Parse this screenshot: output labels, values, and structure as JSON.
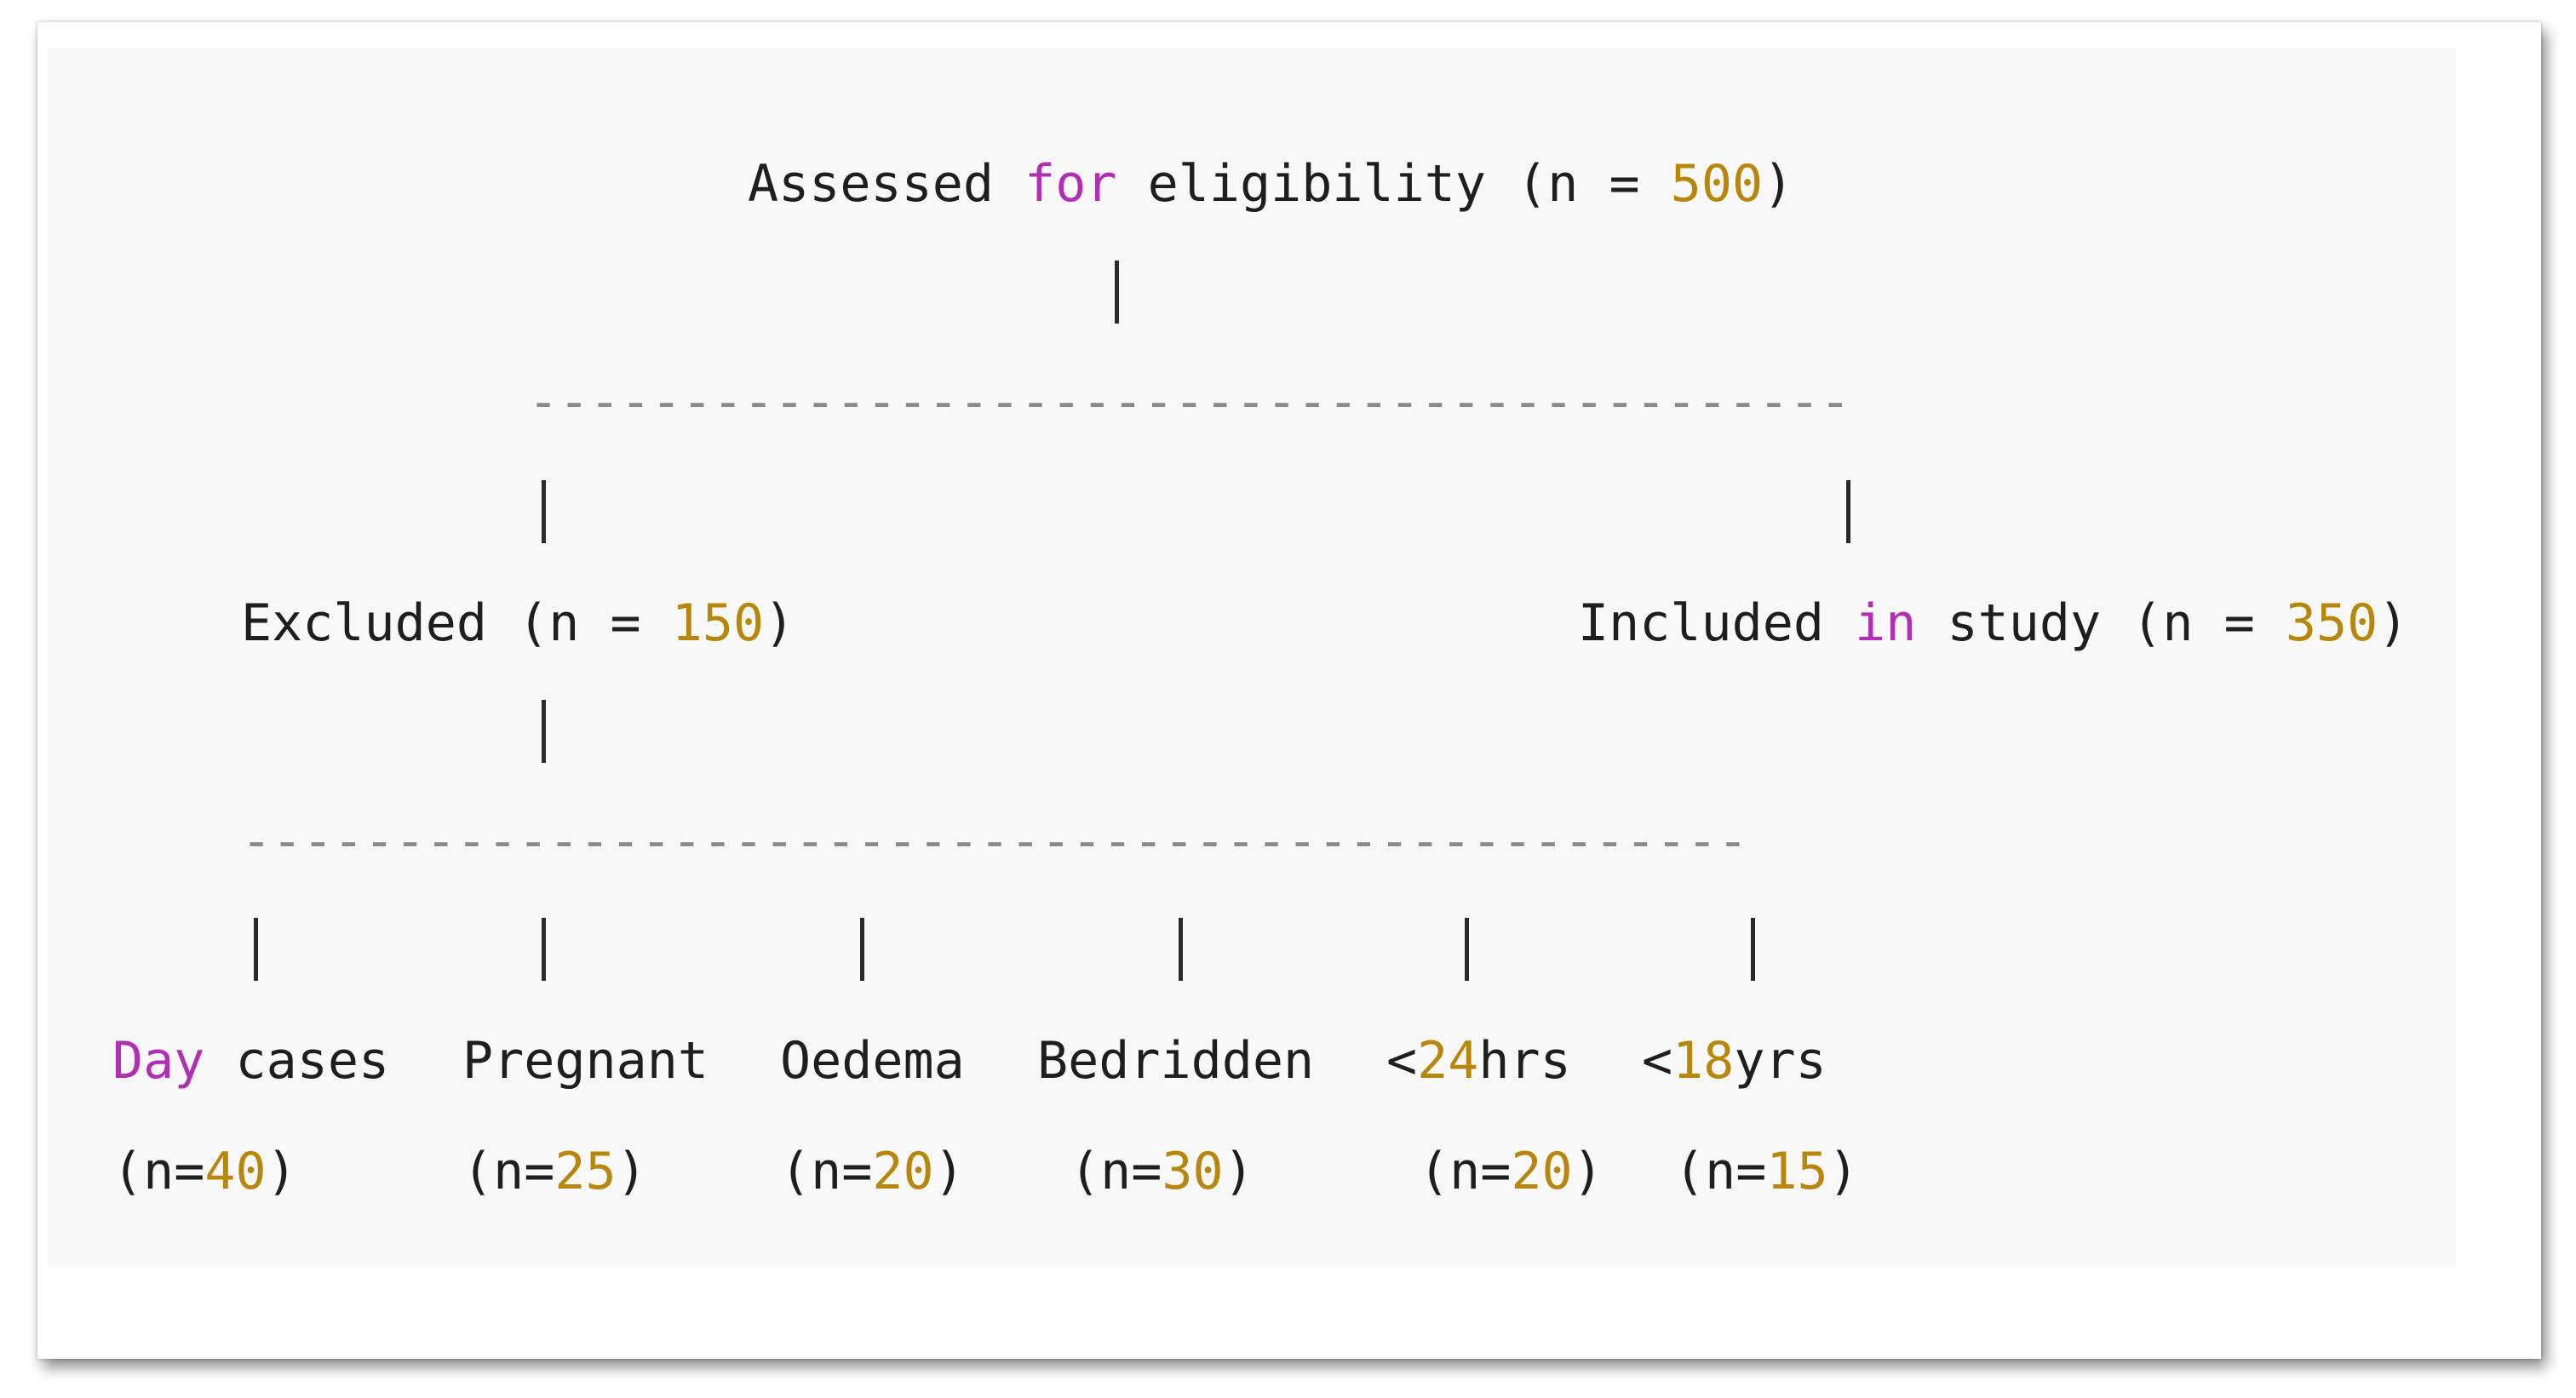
{
  "diagram": {
    "top": {
      "w1": "Assessed",
      "kw": "for",
      "w2": "eligibility (n = ",
      "n": "500",
      "close": ")"
    },
    "separator": "-------------------------------------------",
    "separator2": "-------------------------------------------------",
    "excluded": {
      "w1": "Excluded (n = ",
      "n": "150",
      "close": ")"
    },
    "included": {
      "w1": "Included",
      "kw": "in",
      "w2": "study (n = ",
      "n": "350",
      "close": ")"
    },
    "reasons": [
      {
        "pre": "",
        "kw": "Day",
        "post": " cases",
        "open": "(n=",
        "n": "40",
        "close": ")"
      },
      {
        "pre": "Pregnant",
        "kw": "",
        "post": "",
        "open": "(n=",
        "n": "25",
        "close": ")"
      },
      {
        "pre": "Oedema",
        "kw": "",
        "post": "",
        "open": "(n=",
        "n": "20",
        "close": ")"
      },
      {
        "pre": "Bedridden",
        "kw": "",
        "post": "",
        "open": "(n=",
        "n": "30",
        "close": ")"
      },
      {
        "pre": "<",
        "kw": "",
        "num": "24",
        "post": "hrs",
        "open": "(n=",
        "n": "20",
        "close": ")"
      },
      {
        "pre": "<",
        "kw": "",
        "num": "18",
        "post": "yrs",
        "open": "(n=",
        "n": "15",
        "close": ")"
      }
    ],
    "colors": {
      "keyword": "#b22fb3",
      "number": "#b8860b",
      "text": "#1e1e1e",
      "panel_bg": "#f8f8f8"
    }
  }
}
